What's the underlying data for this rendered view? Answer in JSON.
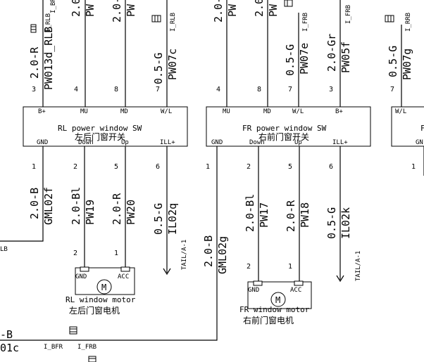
{
  "switches": {
    "rl": {
      "title_en": "RL power window SW",
      "title_cn": "左后门窗开关",
      "top_terms": [
        "B+",
        "MU",
        "MD",
        "W/L"
      ],
      "bottom_terms": [
        "GND",
        "Down",
        "Up",
        "ILL+"
      ],
      "top_pins": [
        "3",
        "4",
        "8",
        "7"
      ],
      "bottom_pins": [
        "1",
        "2",
        "5",
        "6"
      ]
    },
    "fr": {
      "title_en": "FR power window SW",
      "title_cn": "右前门窗开关",
      "top_terms": [
        "MU",
        "MD",
        "W/L",
        "B+"
      ],
      "bottom_terms": [
        "GND",
        "Down",
        "Up",
        "ILL+"
      ],
      "top_pins": [
        "4",
        "8",
        "7",
        "3"
      ],
      "bottom_pins": [
        "1",
        "2",
        "5",
        "6"
      ]
    },
    "right_partial": {
      "top_term": "W/L",
      "bottom_term": "GN",
      "title_partial": "F",
      "top_pin": "7",
      "bottom_pin": "1"
    }
  },
  "wires": {
    "rl_top": [
      {
        "spec": "2.0-R",
        "code": "PW013d_RLB"
      },
      {
        "spec": "2.0-",
        "code": "PW"
      },
      {
        "spec": "2.0-",
        "code": "PW"
      },
      {
        "spec": "0.5-G",
        "code": "PW07c"
      }
    ],
    "rl_bottom": [
      {
        "spec": "2.0-B",
        "code": "GML02f"
      },
      {
        "spec": "2.0-Bl",
        "code": "PW19"
      },
      {
        "spec": "2.0-R",
        "code": "PW20"
      },
      {
        "spec": "0.5-G",
        "code": "IL02q"
      }
    ],
    "fr_top": [
      {
        "spec": "2.0-",
        "code": "PW"
      },
      {
        "spec": "2.0-",
        "code": "PW"
      },
      {
        "spec": "0.5-G",
        "code": "PW07e"
      },
      {
        "spec": "2.0-Gr",
        "code": "PW05f"
      }
    ],
    "fr_bottom": [
      {
        "spec": "2.0-B",
        "code": "GML02g"
      },
      {
        "spec": "2.0-Bl",
        "code": "PW17"
      },
      {
        "spec": "2.0-R",
        "code": "PW18"
      },
      {
        "spec": "0.5-G",
        "code": "IL02k"
      }
    ],
    "right_top": {
      "spec": "0.5-G",
      "code": "PW07g"
    },
    "left_bottom_partial": {
      "spec": "-B",
      "code": "01c"
    }
  },
  "connectors": {
    "i_rrl": "I_BRL",
    "i_rlb": "I_RLB",
    "i_rlb2": "I_RLB",
    "i_frb": "I_FRB",
    "i_frb2": "I_FRB",
    "i_rrb": "I_RRB",
    "i_bfr": "I_BFR",
    "i_frb3": "I_FRB",
    "lb_partial": "LB"
  },
  "tail": {
    "rl": "TAIL/A-1",
    "fr": "TAIL/A-1"
  },
  "motors": {
    "rl": {
      "title_en": "RL window motor",
      "title_cn": "左后门窗电机",
      "terms": [
        "GND",
        "ACC"
      ],
      "pins": [
        "2",
        "1"
      ],
      "label": "M"
    },
    "fr": {
      "title_en": "FR window motor",
      "title_cn": "右前门窗电机",
      "terms": [
        "GND",
        "ACC"
      ],
      "pins": [
        "2",
        "1"
      ],
      "label": "M"
    }
  }
}
